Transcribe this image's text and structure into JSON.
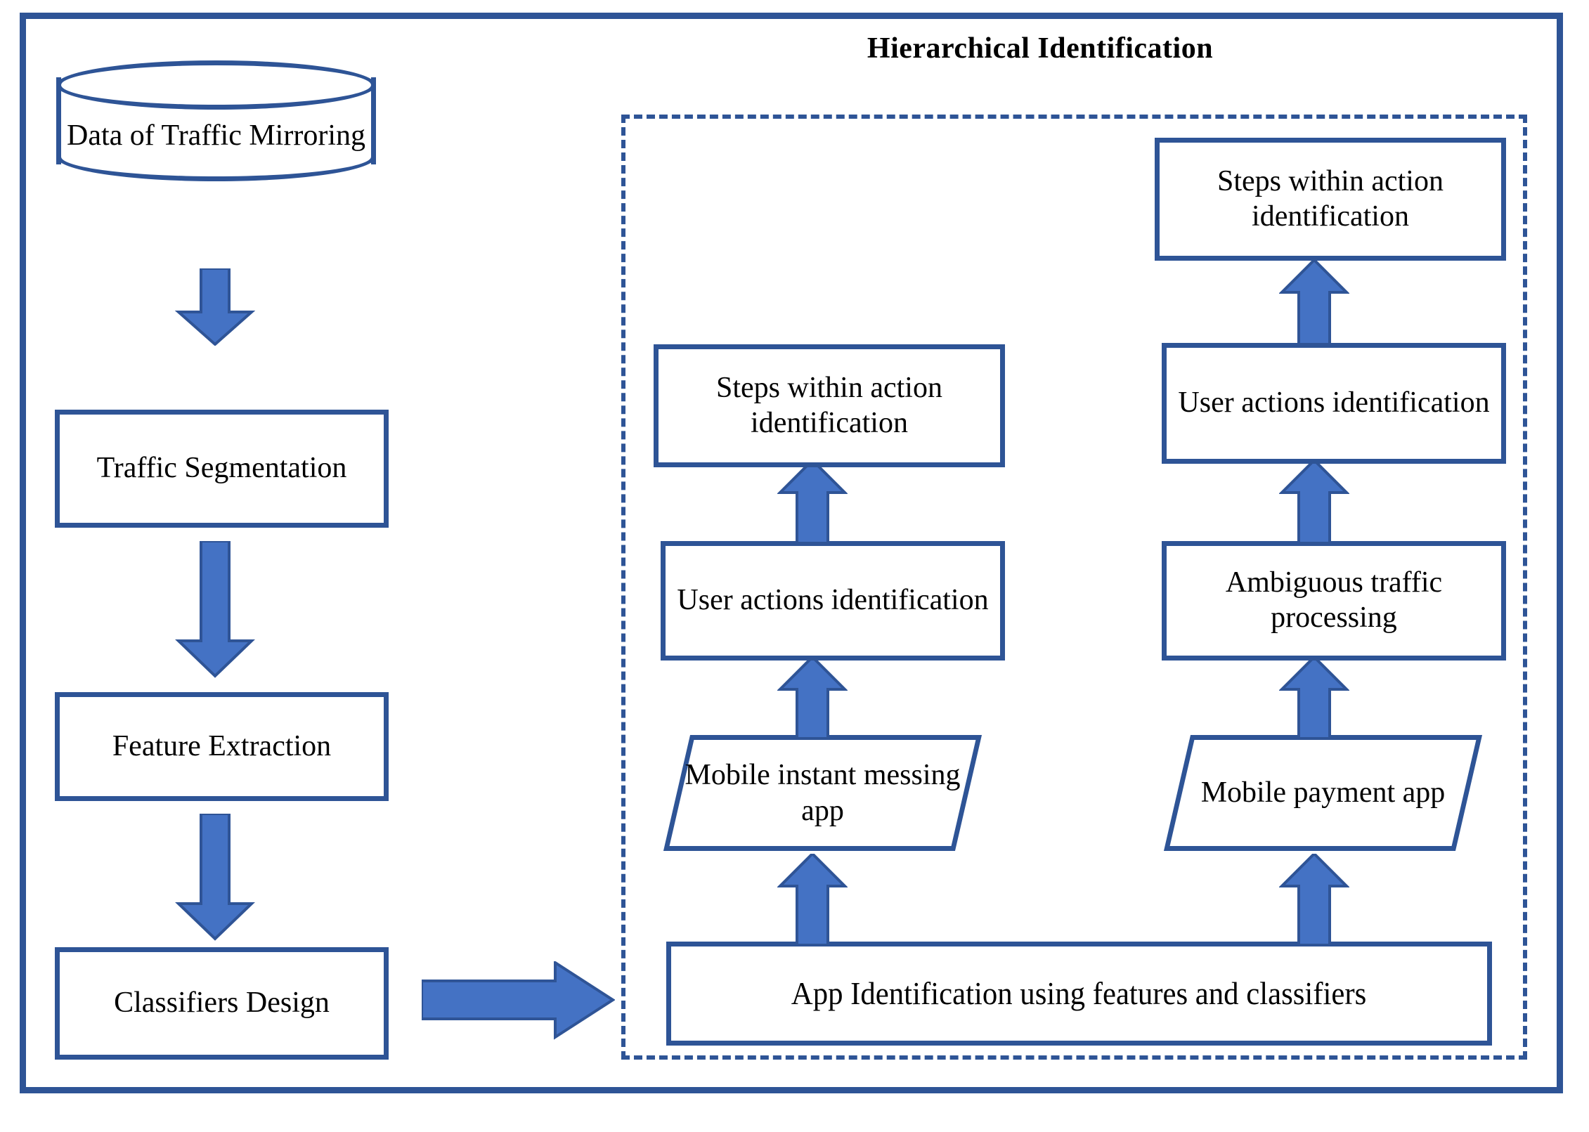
{
  "diagram": {
    "title": "Hierarchical Identification",
    "accent_color": "#2E5496",
    "arrow_fill": "#4472C4",
    "arrow_stroke": "#2F5496",
    "box_fill": "#FFFFFF",
    "text_color": "#000000"
  },
  "pipeline": {
    "datastore": {
      "label": "Data of Traffic Mirroring",
      "shape": "cylinder"
    },
    "steps": [
      {
        "label": "Traffic Segmentation",
        "shape": "rectangle"
      },
      {
        "label": "Feature Extraction",
        "shape": "rectangle"
      },
      {
        "label": "Classifiers Design",
        "shape": "rectangle"
      }
    ]
  },
  "hierarchical": {
    "title": "Hierarchical Identification",
    "base": {
      "label": "App Identification using features and classifiers",
      "shape": "rectangle"
    },
    "branches": [
      {
        "app": {
          "label": "Mobile instant messing app",
          "shape": "parallelogram"
        },
        "levels": [
          {
            "label": "User actions identification",
            "shape": "rectangle"
          },
          {
            "label": "Steps within action identification",
            "shape": "rectangle"
          }
        ]
      },
      {
        "app": {
          "label": "Mobile payment app",
          "shape": "parallelogram"
        },
        "levels": [
          {
            "label": "Ambiguous traffic processing",
            "shape": "rectangle"
          },
          {
            "label": "User actions identification",
            "shape": "rectangle"
          },
          {
            "label": "Steps within action identification",
            "shape": "rectangle"
          }
        ]
      }
    ]
  },
  "connectors": {
    "vertical_up": "arrow-up-icon",
    "vertical_down": "arrow-down-icon",
    "horizontal_right": "arrow-right-icon"
  }
}
